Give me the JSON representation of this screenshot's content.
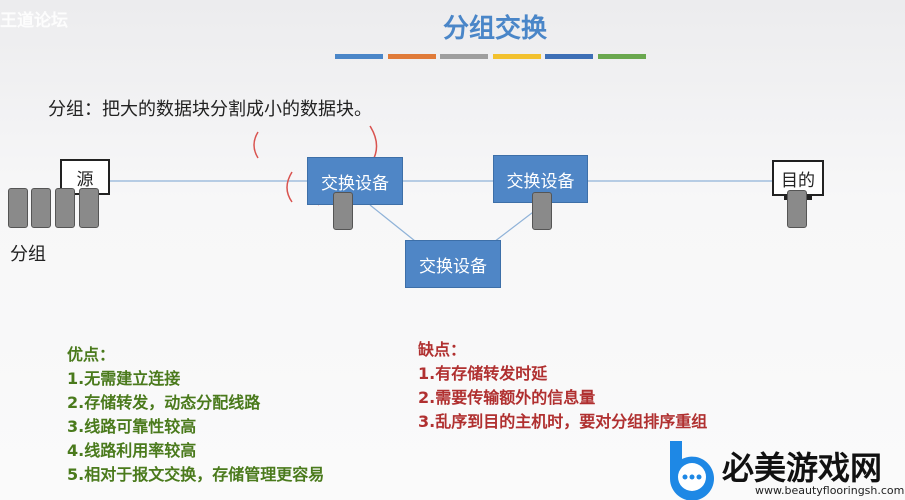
{
  "watermark": "王道论坛",
  "title": "分组交换",
  "title_bar_colors": [
    "#4a86c8",
    "#e07b39",
    "#9e9e9e",
    "#f2c12e",
    "#3d6fb6",
    "#6aa84f"
  ],
  "intro": "分组：把大的数据块分割成小的数据块。",
  "diagram": {
    "source": "源",
    "destination": "目的",
    "switch_label": "交换设备",
    "packets_label": "分组"
  },
  "advantages": {
    "heading": "优点：",
    "items": [
      "1.无需建立连接",
      "2.存储转发，动态分配线路",
      "3.线路可靠性较高",
      "4.线路利用率较高",
      "5.相对于报文交换，存储管理更容易"
    ]
  },
  "disadvantages": {
    "heading": "缺点：",
    "items": [
      "1.有存储转发时延",
      "2.需要传输额外的信息量",
      "3.乱序到目的主机时，要对分组排序重组"
    ]
  },
  "logo": {
    "name": "必美游戏网",
    "url": "www.beautyflooringsh.com"
  }
}
